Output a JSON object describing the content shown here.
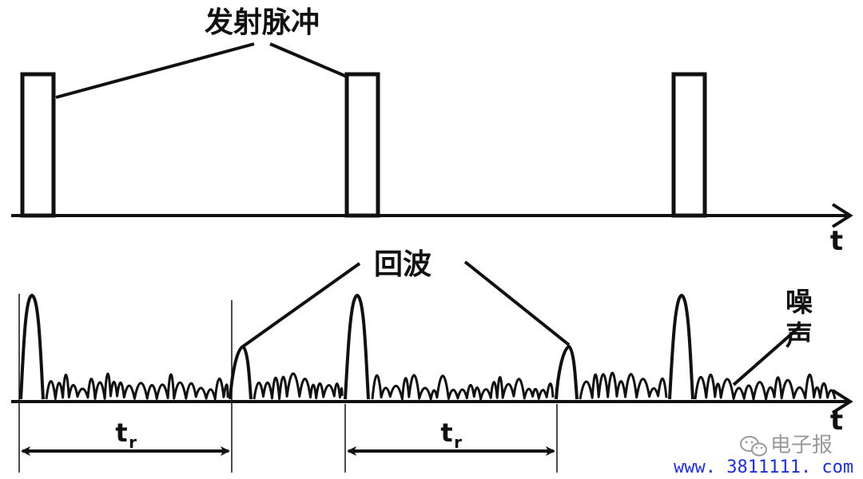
{
  "labels": {
    "emission_pulse": "发射脉冲",
    "echo": "回波",
    "noise_line1": "噪",
    "noise_line2": "声",
    "time_axis_top": "t",
    "time_axis_bottom": "t",
    "interval_main": "t",
    "interval_sub": "r"
  },
  "watermark": {
    "brand": "电子报",
    "url": "www. 3811111. com"
  },
  "colors": {
    "ink": "#111111",
    "watermark": "#9a9a9a",
    "url": "#1f2fd6"
  },
  "icons": [
    "wechat-icon"
  ]
}
